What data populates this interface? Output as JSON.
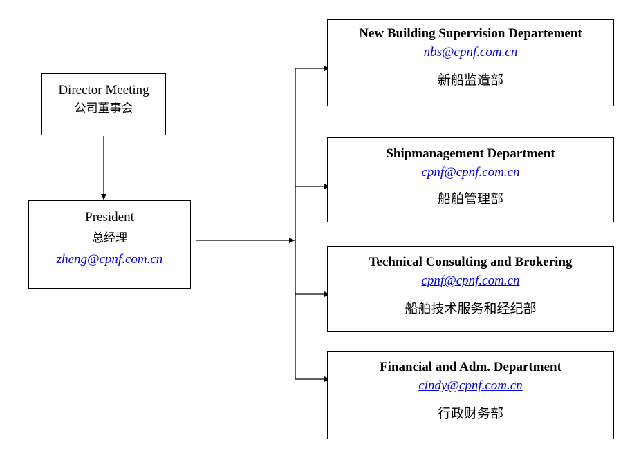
{
  "director": {
    "name": "Director Meeting",
    "name_cn": "公司董事会"
  },
  "president": {
    "name": "President",
    "name_cn": "总经理",
    "email": "zheng@cpnf.com.cn"
  },
  "departments": [
    {
      "title": "New Building Supervision Departement",
      "email": "nbs@cpnf.com.cn",
      "name_cn": "新船监造部"
    },
    {
      "title": "Shipmanagement Department",
      "email": "cpnf@cpnf.com.cn",
      "name_cn": "船舶管理部"
    },
    {
      "title": "Technical Consulting and Brokering",
      "email": "cpnf@cpnf.com.cn",
      "name_cn": "船舶技术服务和经纪部"
    },
    {
      "title": "Financial and Adm. Department",
      "email": "cindy@cpnf.com.cn",
      "name_cn": "行政财务部"
    }
  ]
}
